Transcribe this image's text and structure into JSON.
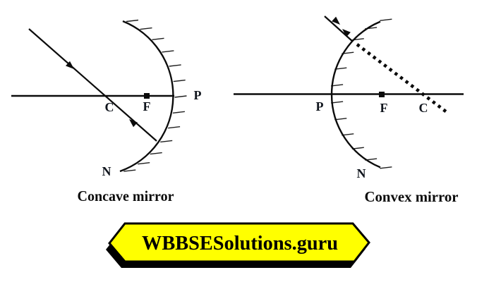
{
  "figure": {
    "diagrams": [
      {
        "caption": "Concave mirror",
        "labels": {
          "center": "C",
          "focus": "F",
          "pole": "P",
          "edge": "N"
        }
      },
      {
        "caption": "Convex mirror",
        "labels": {
          "pole": "P",
          "focus": "F",
          "center": "C",
          "edge": "N"
        }
      }
    ],
    "banner": {
      "text": "WBBSESolutions.guru",
      "fill_color": "#FFFF00",
      "border_color": "#000000"
    },
    "colors": {
      "background": "#FFFFFF",
      "line": "#0B0B0B",
      "label": "#10151D"
    }
  }
}
